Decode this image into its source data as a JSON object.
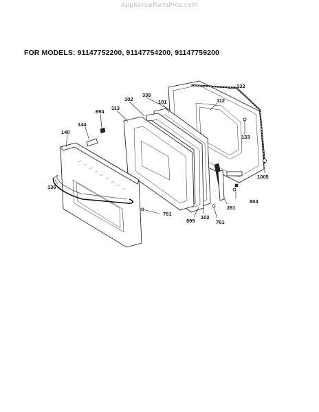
{
  "watermark": "AppliancePartsPros.com",
  "title": "FOR MODELS: 91147752200, 91147754200, 91147759200",
  "part_labels": {
    "p132": "132",
    "p338": "338",
    "p102a": "102",
    "p101": "101",
    "p112": "112",
    "p113": "113",
    "p694": "694",
    "p144": "144",
    "p140": "140",
    "p133": "133",
    "p1005": "1005",
    "p136": "136",
    "p804": "804",
    "p281": "281",
    "p761a": "761",
    "p899": "899",
    "p102b": "102",
    "p761b": "761"
  }
}
